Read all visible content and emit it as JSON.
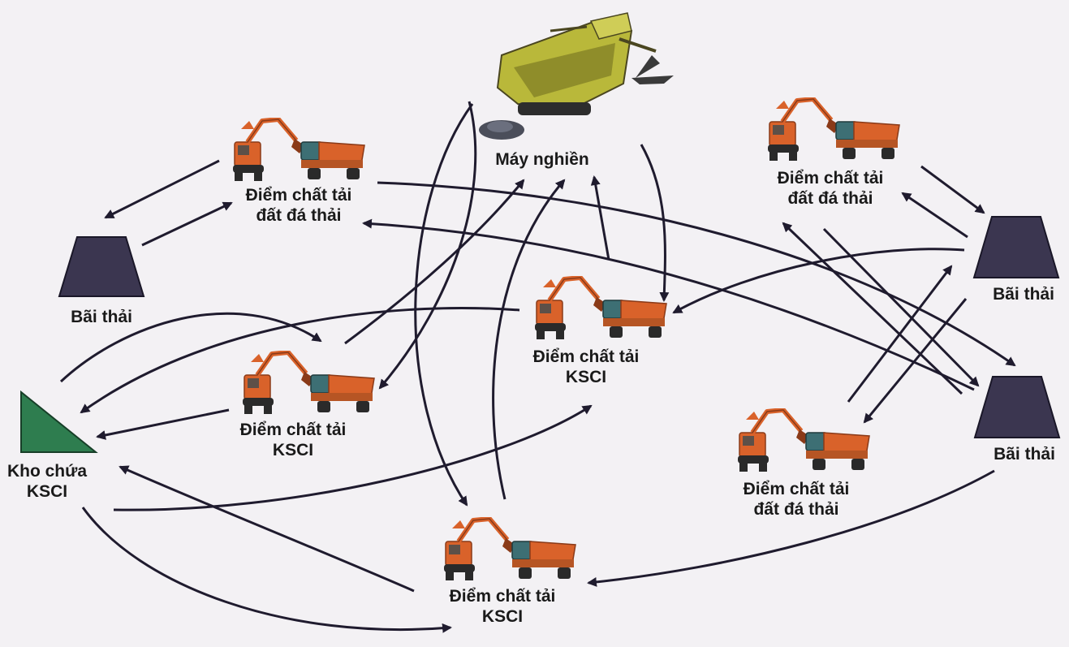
{
  "nodes": {
    "crusher": {
      "label": "Máy nghiền"
    },
    "waste_load_left": {
      "line1": "Điểm chất tải",
      "line2": "đất đá thải"
    },
    "waste_dump_left": {
      "label": "Bãi thải"
    },
    "ore_storage": {
      "line1": "Kho chứa",
      "line2": "KSCI"
    },
    "ore_load_center": {
      "line1": "Điểm chất tải",
      "line2": "KSCI"
    },
    "ore_load_mid": {
      "line1": "Điểm chất tải",
      "line2": "KSCI"
    },
    "ore_load_bottom": {
      "line1": "Điểm chất tải",
      "line2": "KSCI"
    },
    "waste_load_right_top": {
      "line1": "Điểm chất tải",
      "line2": "đất đá thải"
    },
    "waste_dump_right_top": {
      "label": "Bãi thải"
    },
    "waste_dump_right_bottom": {
      "label": "Bãi thải"
    },
    "waste_load_right_bottom": {
      "line1": "Điểm chất tải",
      "line2": "đất đá thải"
    }
  },
  "colors": {
    "excavator": "#d9622a",
    "excavator_dark": "#8a3a18",
    "truck_cab": "#3d6f74",
    "dump_fill": "#3b3650",
    "storage_fill": "#2e7d4f",
    "crusher_fill": "#b9b83a",
    "arrow": "#1f1b2e"
  },
  "icons": {
    "crusher": "crusher-machine-icon",
    "loader": "excavator-truck-icon",
    "dump": "trapezoid-waste-dump-icon",
    "storage": "triangle-ore-storage-icon"
  }
}
